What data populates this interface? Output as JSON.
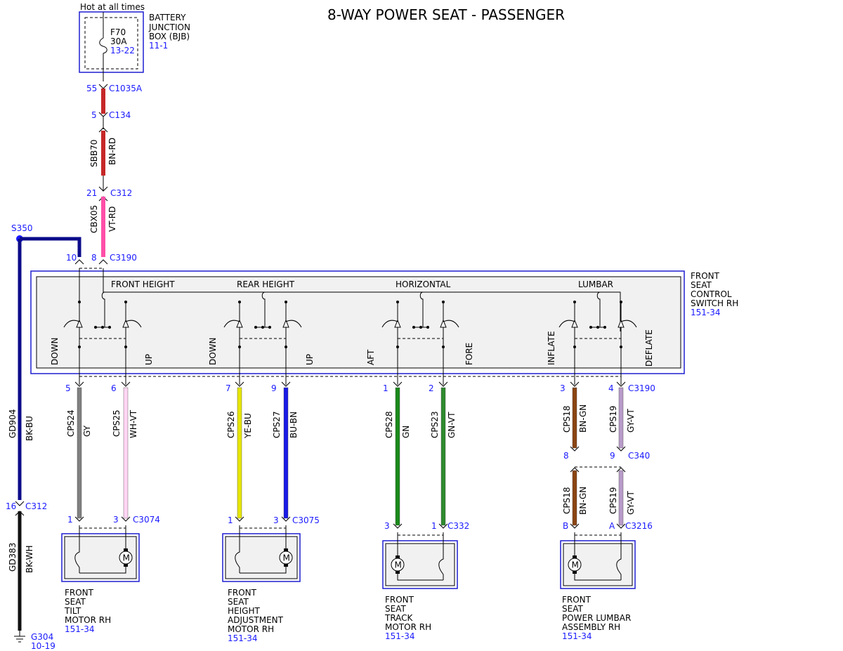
{
  "title": "8-WAY POWER SEAT - PASSENGER",
  "colors": {
    "ref_blue": "#1a1aff",
    "box_blue": "#1f1fd0",
    "BN-RD": "#c62828",
    "VT-RD": "#ff4fa8",
    "BK-BU": "#0b0b8a",
    "BK-WH": "#111111",
    "GY": "#808080",
    "WH-VT": "#ffd6f4",
    "YE-BU": "#e6e600",
    "BU-BN": "#1a1ae6",
    "GN": "#1a8a1a",
    "GN-VT": "#2e8b2e",
    "BN-GN": "#8b4513",
    "GY-VT": "#b89bc8"
  },
  "bjb": {
    "hot_text": "Hot at all times",
    "fuse": "F70",
    "amp": "30A",
    "fuse_ref": "13-22",
    "name": [
      "BATTERY",
      "JUNCTION",
      "BOX (BJB)"
    ],
    "ref": "11-1"
  },
  "feed": {
    "c1035a_pin": "55",
    "c1035a": "C1035A",
    "c134_pin": "5",
    "c134": "C134",
    "circuit1": "SBB70",
    "color1": "BN-RD",
    "c312_pin": "21",
    "c312": "C312",
    "circuit2": "CBX05",
    "color2": "VT-RD"
  },
  "switch": {
    "pin_gnd": "10",
    "pin_feed": "8",
    "connector": "C3190",
    "name": [
      "FRONT",
      "SEAT",
      "CONTROL",
      "SWITCH RH"
    ],
    "ref": "151-34",
    "sections": [
      "FRONT HEIGHT",
      "REAR HEIGHT",
      "HORIZONTAL",
      "LUMBAR"
    ],
    "dirs": [
      "DOWN",
      "UP",
      "DOWN",
      "UP",
      "AFT",
      "FORE",
      "INFLATE",
      "DEFLATE"
    ],
    "out_pins": [
      "5",
      "6",
      "7",
      "9",
      "1",
      "2",
      "3",
      "4"
    ],
    "out_connector": "C3190"
  },
  "ground": {
    "splice": "S350",
    "circuit1": "GD904",
    "color1": "BK-BU",
    "c312_pin": "16",
    "c312": "C312",
    "circuit2": "GD383",
    "color2": "BK-WH",
    "gnd": "G304",
    "gnd_ref": "10-19"
  },
  "wires": [
    {
      "circuit": "CPS24",
      "color": "GY"
    },
    {
      "circuit": "CPS25",
      "color": "WH-VT"
    },
    {
      "circuit": "CPS26",
      "color": "YE-BU"
    },
    {
      "circuit": "CPS27",
      "color": "BU-BN"
    },
    {
      "circuit": "CPS28",
      "color": "GN"
    },
    {
      "circuit": "CPS23",
      "color": "GN-VT"
    },
    {
      "circuit": "CPS18",
      "color": "BN-GN"
    },
    {
      "circuit": "CPS19",
      "color": "GY-VT"
    }
  ],
  "c340": {
    "pin_a": "8",
    "pin_b": "9",
    "connector": "C340"
  },
  "lumbar_lower": [
    {
      "circuit": "CPS18",
      "color": "BN-GN"
    },
    {
      "circuit": "CPS19",
      "color": "GY-VT"
    }
  ],
  "motors": [
    {
      "pins": [
        "1",
        "3"
      ],
      "connector": "C3074",
      "name": [
        "FRONT",
        "SEAT",
        "TILT",
        "MOTOR RH"
      ],
      "ref": "151-34"
    },
    {
      "pins": [
        "1",
        "3"
      ],
      "connector": "C3075",
      "name": [
        "FRONT",
        "SEAT",
        "HEIGHT",
        "ADJUSTMENT",
        "MOTOR RH"
      ],
      "ref": "151-34"
    },
    {
      "pins": [
        "3",
        "1"
      ],
      "connector": "C332",
      "name": [
        "FRONT",
        "SEAT",
        "TRACK",
        "MOTOR RH"
      ],
      "ref": "151-34"
    },
    {
      "pins": [
        "B",
        "A"
      ],
      "connector": "C3216",
      "name": [
        "FRONT",
        "SEAT",
        "POWER LUMBAR",
        "ASSEMBLY RH"
      ],
      "ref": "151-34"
    }
  ],
  "motor_symbol": "M"
}
